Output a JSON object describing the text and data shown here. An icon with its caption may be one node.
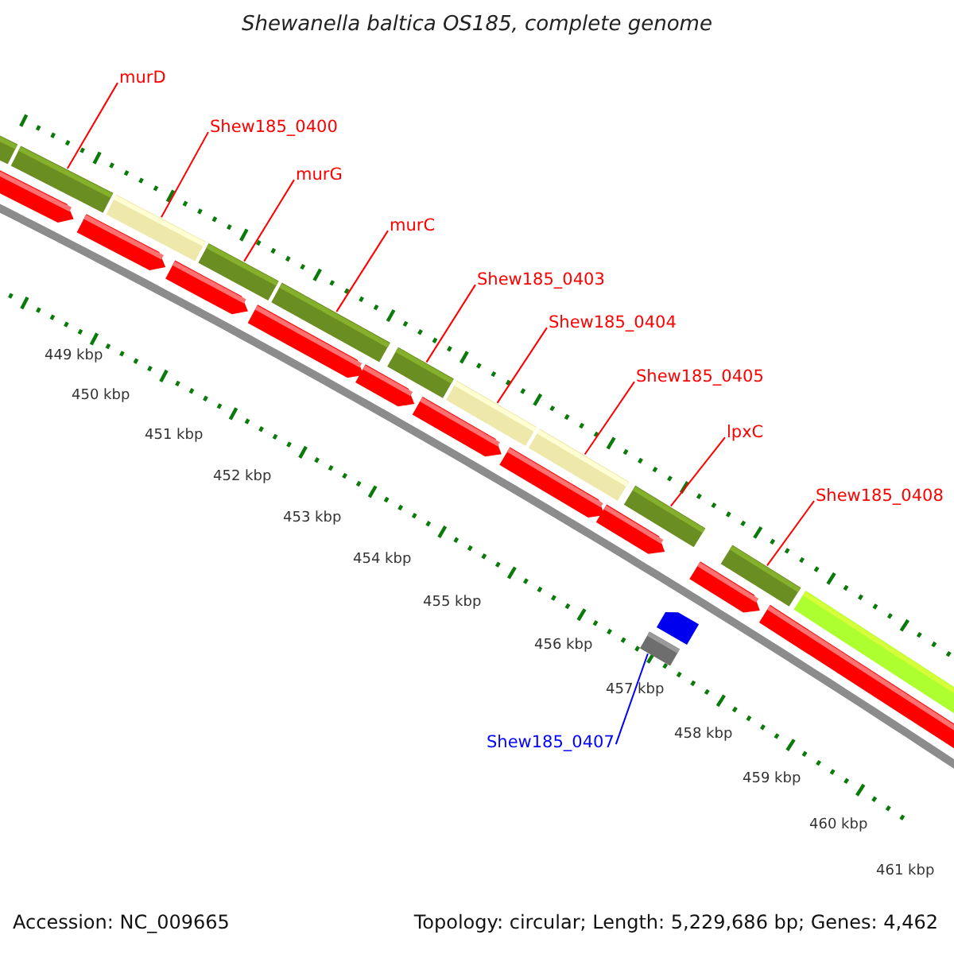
{
  "diagram": {
    "title": "Shewanella baltica OS185, complete genome",
    "nodes": [
      {
        "text": [
          "murD"
        ]
      },
      {
        "text": [
          "Shew185_0400"
        ]
      },
      {
        "text": [
          "murG"
        ]
      },
      {
        "text": [
          "murC"
        ]
      },
      {
        "text": [
          "Shew185_0403"
        ]
      },
      {
        "text": [
          "Shew185_0404"
        ]
      },
      {
        "text": [
          "Shew185_0405"
        ]
      },
      {
        "text": [
          "lpxC"
        ]
      },
      {
        "text": [
          "Shew185_0408"
        ]
      },
      {
        "text": [
          "Shew185_0407"
        ]
      },
      {
        "text": [],
        "shape": "bar"
      },
      {
        "text": [],
        "shape": "bar"
      },
      {
        "text": [],
        "shape": "bar"
      },
      {
        "text": [],
        "shape": "bar"
      },
      {
        "text": [],
        "shape": "bar"
      },
      {
        "text": [],
        "shape": "bar"
      },
      {
        "text": [],
        "shape": "bar"
      },
      {
        "text": [],
        "shape": "bar"
      },
      {
        "text": [],
        "shape": "bar"
      },
      {
        "text": [],
        "shape": "bar"
      }
    ],
    "edges": [
      {
        "from": 0,
        "to": 10,
        "arrow": "none"
      },
      {
        "from": 1,
        "to": 11,
        "arrow": "none"
      },
      {
        "from": 2,
        "to": 12,
        "arrow": "none"
      },
      {
        "from": 3,
        "to": 13,
        "arrow": "none"
      },
      {
        "from": 4,
        "to": 14,
        "arrow": "none"
      },
      {
        "from": 5,
        "to": 15,
        "arrow": "none"
      },
      {
        "from": 6,
        "to": 16,
        "arrow": "none"
      },
      {
        "from": 7,
        "to": 17,
        "arrow": "none"
      },
      {
        "from": 8,
        "to": 18,
        "arrow": "none"
      },
      {
        "from": 9,
        "to": 19,
        "arrow": "none",
        "color": "#0000ff"
      }
    ],
    "labels": [
      "449 kbp",
      "450 kbp",
      "451 kbp",
      "452 kbp",
      "453 kbp",
      "454 kbp",
      "455 kbp",
      "456 kbp",
      "457 kbp",
      "458 kbp",
      "459 kbp",
      "460 kbp",
      "461 kbp",
      "Accession: NC_009665",
      "Topology: circular; Length: 5,229,686 bp; Genes: 4,462"
    ]
  }
}
